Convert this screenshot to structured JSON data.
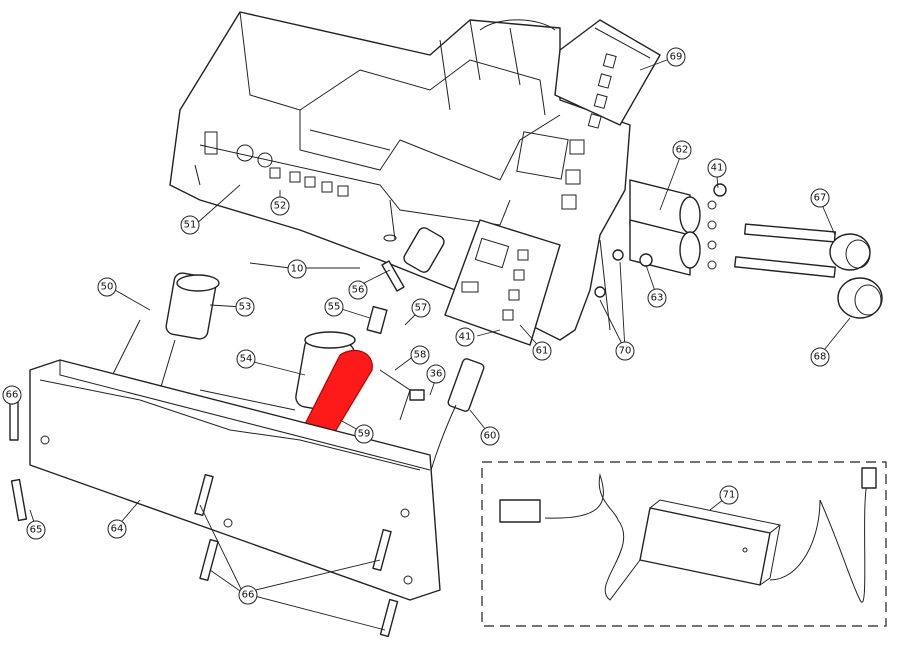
{
  "diagram": {
    "highlight_color": "#ff1a1a",
    "line_color": "#222222",
    "highlighted_part": "59",
    "callouts": {
      "c10": "10",
      "c36": "36",
      "c41a": "41",
      "c41b": "41",
      "c50": "50",
      "c51": "51",
      "c52": "52",
      "c53": "53",
      "c54": "54",
      "c55": "55",
      "c56": "56",
      "c57": "57",
      "c58": "58",
      "c59": "59",
      "c60": "60",
      "c61": "61",
      "c62": "62",
      "c63": "63",
      "c64": "64",
      "c65": "65",
      "c66a": "66",
      "c66b": "66",
      "c67": "67",
      "c68": "68",
      "c69": "69",
      "c70": "70",
      "c71": "71"
    }
  }
}
